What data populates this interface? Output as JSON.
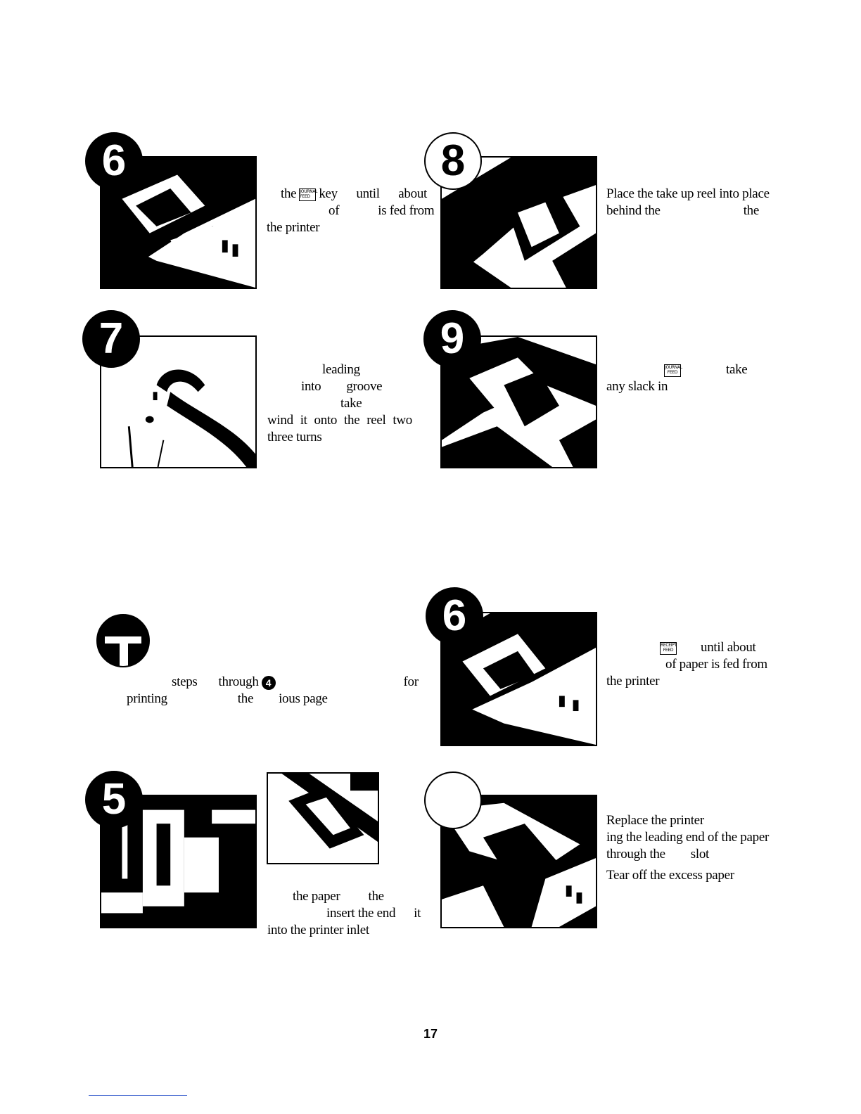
{
  "page_number": "17",
  "keys": {
    "journal_feed_top": "JOURNAL",
    "journal_feed_bottom": "FEED",
    "receipt_feed_top": "RECEIPT",
    "receipt_feed_bottom": "FEED"
  },
  "steps": {
    "s6_journal": {
      "badge": "6",
      "line1_a": "the",
      "line1_b": "key until about",
      "line2_a": "of",
      "line2_b": "is fed from",
      "line3": "the printer"
    },
    "s7": {
      "badge": "7",
      "line1": "leading",
      "line2_a": "into",
      "line2_b": "groove",
      "line3": "take",
      "line4": "wind it onto the reel two",
      "line5": "three turns"
    },
    "s8": {
      "badge": "8",
      "line1": "Place the take up reel into place",
      "line2_a": "behind the",
      "line2_b": "the"
    },
    "s9": {
      "badge": "9",
      "line1_b": "take",
      "line2": "any slack in"
    },
    "intro": {
      "line1_a": "steps",
      "line1_b": "through",
      "line1_circled": "4",
      "line1_c": "for",
      "line2_a": "printing",
      "line2_b": "the",
      "line2_c": "ious page"
    },
    "s5": {
      "badge": "5",
      "line1_a": "the paper",
      "line1_b": "the",
      "line2_a": "insert the end",
      "line2_b": "it",
      "line3": "into the printer inlet"
    },
    "s6_receipt": {
      "badge": "6",
      "line1_b": "until about",
      "line2": "of paper is fed from",
      "line3": "the printer"
    },
    "s7_receipt": {
      "line1": "Replace the printer",
      "line2": "ing the leading end of the paper",
      "line3_a": "through the",
      "line3_b": "slot",
      "line4": "Tear off the excess paper"
    }
  }
}
